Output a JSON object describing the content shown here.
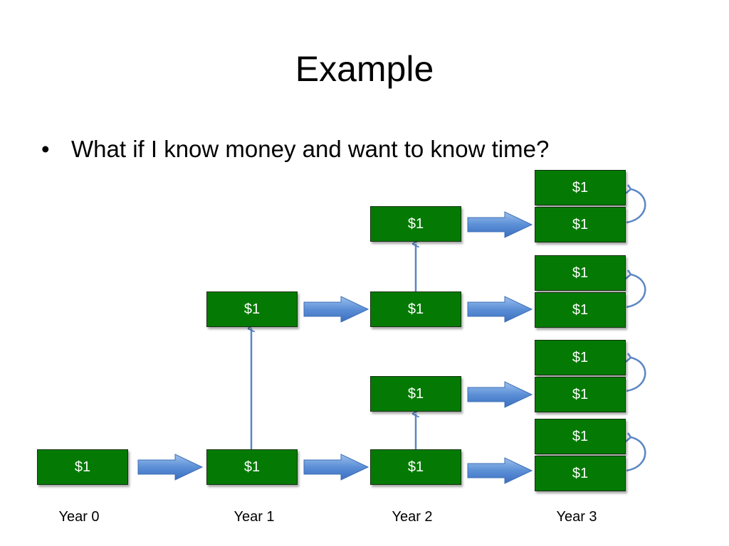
{
  "title": "Example",
  "bullet": {
    "marker": "•",
    "text": "What if I know money and want to know time?"
  },
  "box_label": "$1",
  "years": [
    "Year 0",
    "Year 1",
    "Year 2",
    "Year 3"
  ],
  "colors": {
    "box_fill": "#047a04",
    "box_border": "#14300f",
    "arrow_fill": "#5b8fd6",
    "arrow_stroke": "#3f6fb5",
    "line": "#5b86c4"
  }
}
